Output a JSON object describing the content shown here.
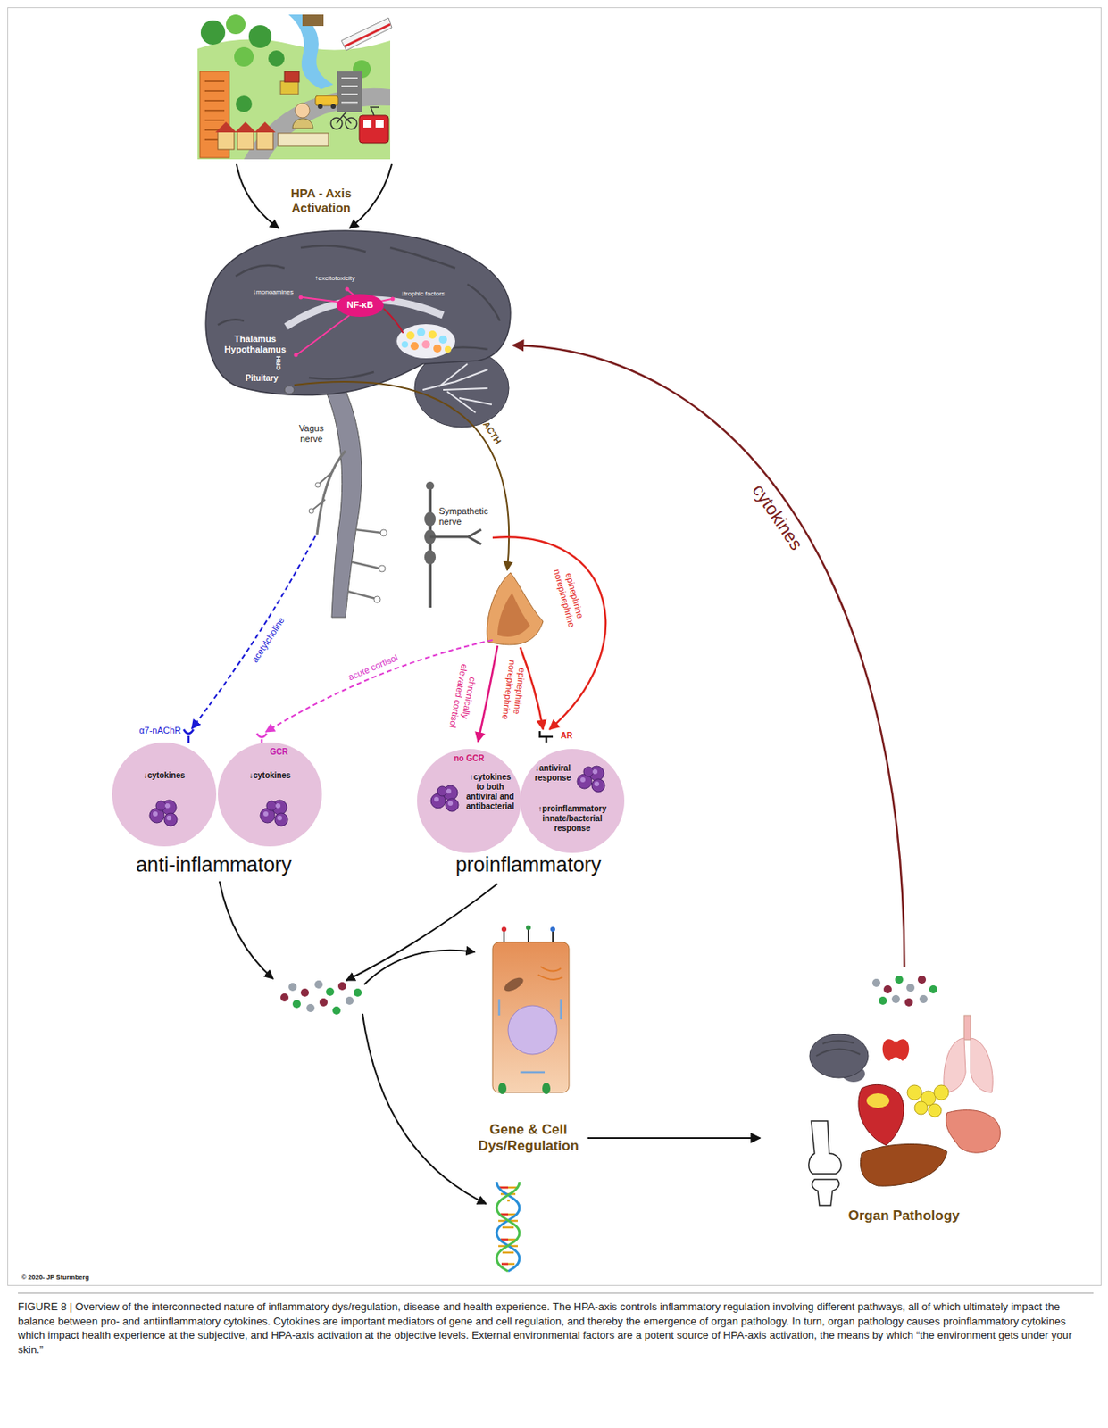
{
  "diagram": {
    "caption": "FIGURE 8 | Overview of the interconnected nature of inflammatory dys/regulation, disease and health experience. The HPA-axis controls inflammatory regulation involving different pathways, all of which ultimately impact the balance between pro- and antiinflammatory cytokines. Cytokines are important mediators of gene and cell regulation, and thereby the emergence of organ pathology. In turn, organ pathology causes proinflammatory cytokines which impact health experience at the subjective, and HPA-axis activation at the objective levels. External environmental factors are a potent source of HPA-axis activation, the means by which “the environment gets under your skin.”",
    "nodes": [
      {
        "text": [
          "↑excitotoxicity",
          "↓monoamines",
          "↓trophic factors",
          "Thalamus",
          "Hypothalamus",
          "CRH",
          "Pituitary"
        ]
      },
      {
        "text": [
          "NF-κB"
        ],
        "in": 0
      },
      {
        "text": [
          "α7-nAChR",
          "↓cytokines"
        ]
      },
      {
        "text": [
          "GCR",
          "↓cytokines"
        ]
      },
      {
        "text": [
          "no GCR",
          "↑cytokines to both antiviral and antibacterial"
        ]
      },
      {
        "text": [
          "AR",
          "↓antiviral response",
          "↑proinflammatory innate/bacterial response"
        ]
      },
      {
        "text": [
          "Gene & Cell Dys/Regulation"
        ]
      },
      {
        "text": [
          "Organ Pathology"
        ]
      }
    ],
    "edges": [
      {
        "from": 7,
        "to": 0,
        "label": "cytokines",
        "arrow": "to"
      },
      {
        "from": 6,
        "to": 7,
        "arrow": "to"
      }
    ],
    "labels": [
      "HPA - Axis Activation",
      "Vagus nerve",
      "Sympathetic nerve",
      "ACTH",
      "acetylcholine",
      "acute cortisol",
      "chronically elevated cortisol",
      "epinephrine norepinephrine",
      "epinephrine norepinephrine",
      "anti-inflammatory",
      "proinflammatory",
      "© 2020- JP Sturmberg"
    ]
  }
}
